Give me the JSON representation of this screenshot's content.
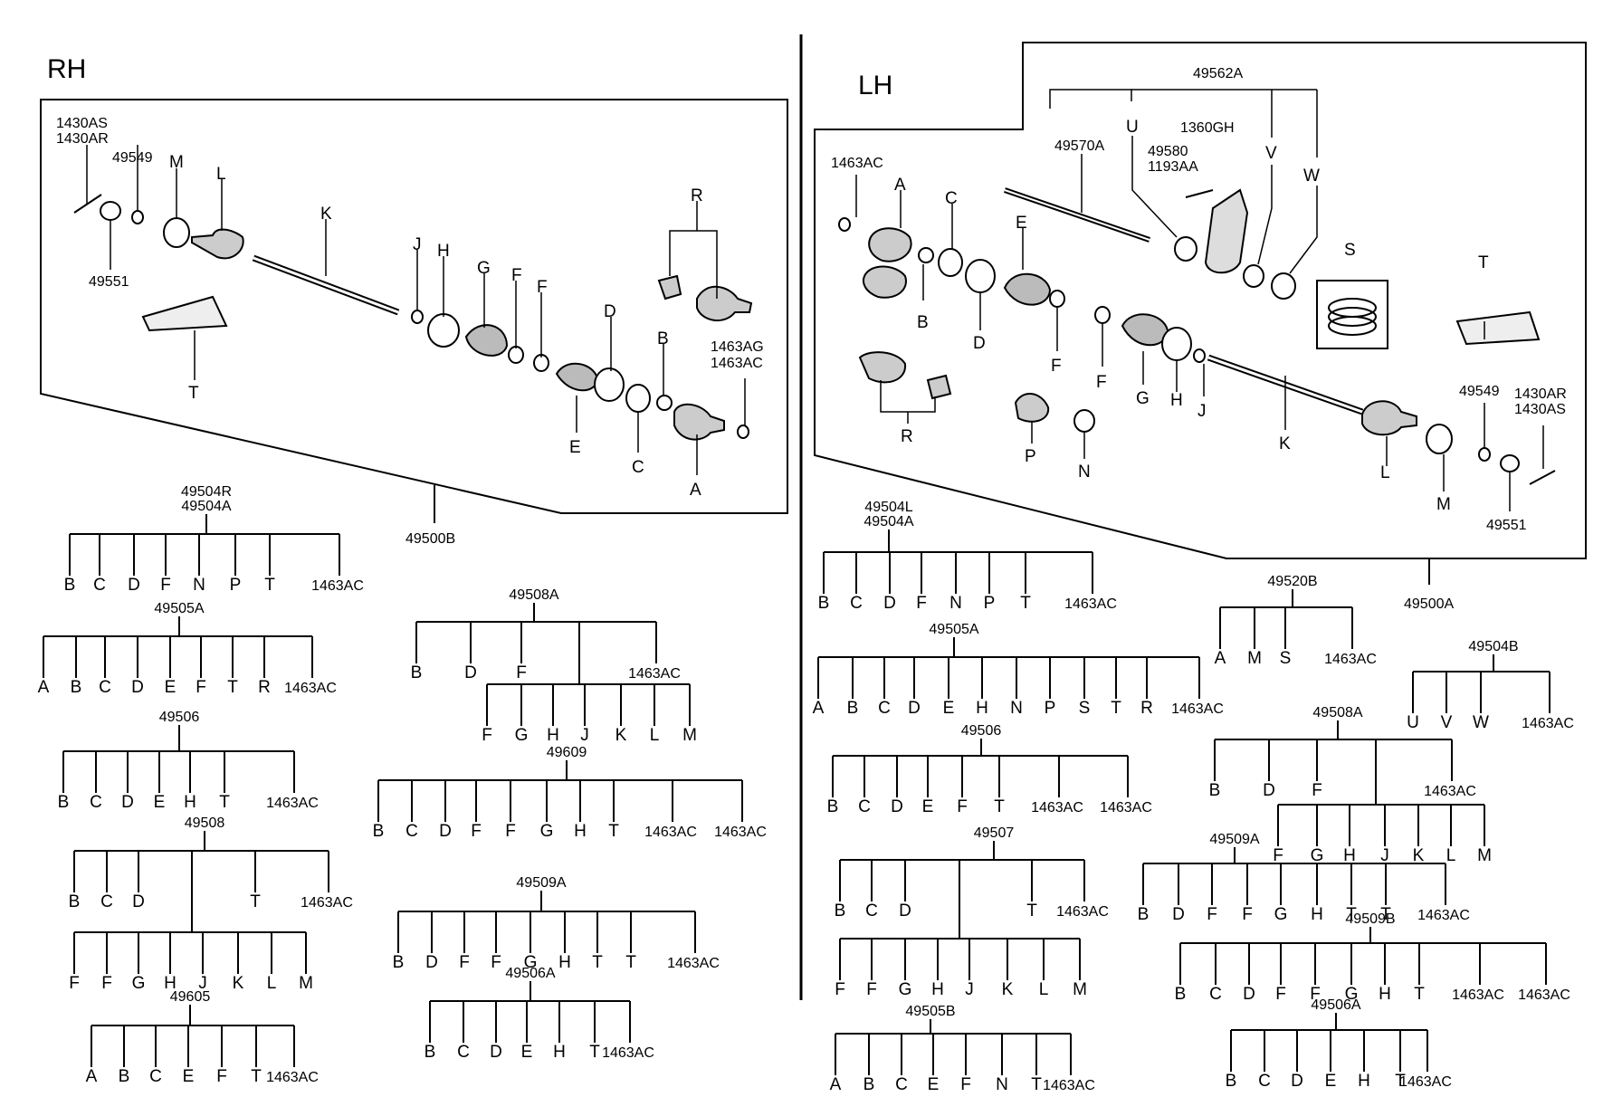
{
  "sides": {
    "rh": "RH",
    "lh": "LH"
  },
  "rh": {
    "assembly": "49500B",
    "callouts": {
      "c1430as": "1430AS",
      "c1430ar": "1430AR",
      "c49549": "49549",
      "c49551": "49551",
      "M": "M",
      "L": "L",
      "K": "K",
      "J": "J",
      "H": "H",
      "G": "G",
      "F1": "F",
      "F2": "F",
      "R": "R",
      "D": "D",
      "B": "B",
      "c1463ag": "1463AG",
      "c1463ac": "1463AC",
      "T": "T",
      "E": "E",
      "C": "C",
      "A": "A"
    }
  },
  "lh": {
    "assembly": "49500A",
    "callouts": {
      "c49562a": "49562A",
      "U": "U",
      "c1360gh": "1360GH",
      "c49580": "49580",
      "c1193aa": "1193AA",
      "V": "V",
      "W": "W",
      "c49570a": "49570A",
      "c1463ac": "1463AC",
      "A": "A",
      "C": "C",
      "E": "E",
      "S": "S",
      "T": "T",
      "B": "B",
      "D": "D",
      "F1": "F",
      "F2": "F",
      "G": "G",
      "H": "H",
      "J": "J",
      "K": "K",
      "R": "R",
      "P": "P",
      "N": "N",
      "L": "L",
      "M": "M",
      "c49549": "49549",
      "c1430ar": "1430AR",
      "c1430as": "1430AS",
      "c49551": "49551"
    }
  },
  "kits": [
    {
      "title": "49504R",
      "title2": "49504A",
      "items": [
        "B",
        "C",
        "D",
        "F",
        "N",
        "P",
        "T",
        "1463AC"
      ]
    },
    {
      "title": "49505A",
      "items": [
        "A",
        "B",
        "C",
        "D",
        "E",
        "F",
        "T",
        "R",
        "1463AC"
      ]
    },
    {
      "title": "49506",
      "items": [
        "B",
        "C",
        "D",
        "E",
        "H",
        "T",
        "1463AC"
      ]
    },
    {
      "title": "49508",
      "items": [
        "B",
        "C",
        "D",
        "T",
        "1463AC"
      ],
      "items2": [
        "F",
        "F",
        "G",
        "H",
        "J",
        "K",
        "L",
        "M"
      ]
    },
    {
      "title": "49605",
      "items": [
        "A",
        "B",
        "C",
        "E",
        "F",
        "T",
        "1463AC"
      ]
    },
    {
      "title": "49508A",
      "items": [
        "B",
        "D",
        "F",
        "1463AC"
      ],
      "items2": [
        "F",
        "G",
        "H",
        "J",
        "K",
        "L",
        "M"
      ]
    },
    {
      "title": "49609",
      "items": [
        "B",
        "C",
        "D",
        "F",
        "F",
        "G",
        "H",
        "T",
        "1463AC",
        "1463AC"
      ]
    },
    {
      "title": "49509A",
      "items": [
        "B",
        "D",
        "F",
        "F",
        "G",
        "H",
        "T",
        "T",
        "1463AC"
      ]
    },
    {
      "title": "49506A",
      "items": [
        "B",
        "C",
        "D",
        "E",
        "H",
        "T",
        "1463AC"
      ]
    },
    {
      "title": "49504L",
      "title2": "49504A",
      "items": [
        "B",
        "C",
        "D",
        "F",
        "N",
        "P",
        "T",
        "1463AC"
      ]
    },
    {
      "title": "49505A",
      "items": [
        "A",
        "B",
        "C",
        "D",
        "E",
        "H",
        "N",
        "P",
        "S",
        "T",
        "R",
        "1463AC"
      ]
    },
    {
      "title": "49506",
      "items": [
        "B",
        "C",
        "D",
        "E",
        "F",
        "T",
        "1463AC",
        "1463AC"
      ]
    },
    {
      "title": "49507",
      "items": [
        "B",
        "C",
        "D",
        "T",
        "1463AC"
      ],
      "items2": [
        "F",
        "F",
        "G",
        "H",
        "J",
        "K",
        "L",
        "M"
      ]
    },
    {
      "title": "49505B",
      "items": [
        "A",
        "B",
        "C",
        "E",
        "F",
        "N",
        "T",
        "1463AC"
      ]
    },
    {
      "title": "49520B",
      "items": [
        "A",
        "M",
        "S",
        "1463AC"
      ]
    },
    {
      "title": "49504B",
      "items": [
        "U",
        "V",
        "W",
        "1463AC"
      ]
    },
    {
      "title": "49508A",
      "items": [
        "B",
        "D",
        "F",
        "1463AC"
      ],
      "items2": [
        "F",
        "G",
        "H",
        "J",
        "K",
        "L",
        "M"
      ]
    },
    {
      "title": "49509A",
      "items": [
        "B",
        "D",
        "F",
        "F",
        "G",
        "H",
        "T",
        "T",
        "1463AC"
      ]
    },
    {
      "title": "49509B",
      "items": [
        "B",
        "C",
        "D",
        "F",
        "F",
        "G",
        "H",
        "T",
        "1463AC",
        "1463AC"
      ]
    },
    {
      "title": "49506A",
      "items": [
        "B",
        "C",
        "D",
        "E",
        "H",
        "T",
        "1463AC"
      ]
    }
  ]
}
